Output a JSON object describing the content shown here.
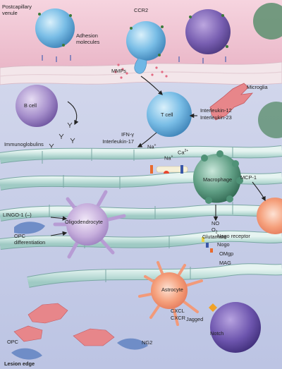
{
  "colors": {
    "lumen": "#f2cdd9",
    "vessel_wall": "#f6ecee",
    "tissue": "#c7cde8",
    "axon": "#cfe6e2",
    "myelin_outline": "#7aa7a4",
    "lymphocyte": "#6fb7e5",
    "b_cell": "#a58ecb",
    "macrophage": "#4f9277",
    "microglia": "#e7868a",
    "astrocyte": "#f6a483",
    "oligodendrocyte": "#c7b1dd",
    "mmp_dots": "#e36a82",
    "arrow": "#222222"
  },
  "labels": {
    "postcapillary_venule": "Postcapillary venule",
    "ccr2": "CCR2",
    "adhesion_molecules": "Adhesion molecules",
    "mmps": "MMPs",
    "microglia": "Microglia",
    "b_cell": "B cell",
    "t_cell": "T cell",
    "il12": "Interleukin-12",
    "il23": "Interleukin-23",
    "ifn_gamma": "IFN-γ",
    "il17": "Interleukin-17",
    "immunoglobulins": "Immunoglobulins",
    "na_plus": "Na",
    "na_plus_2": "Na",
    "ca_2plus": "Ca",
    "plus": "+",
    "two_plus": "2+",
    "macrophage": "Macrophage",
    "mcp1": "MCP-1",
    "no": "NO",
    "o2_prefix": "O",
    "o2_sub": "2",
    "glutamate": "Glutamate",
    "lingo1": "LINGO-1 (–)",
    "oligodendrocyte": "Oligodendrocyte",
    "opc_differentiation": "OPC differentiation",
    "nogo_receptor": "Nogo receptor",
    "nogo": "Nogo",
    "omgp": "OMgp",
    "mag": "MAG",
    "astrocyte": "Astrocyte",
    "cxcl": "CXCL",
    "cxcr": "CXCR",
    "jagged": "Jagged",
    "notch": "Notch",
    "opc": "OPC",
    "ng2": "NG2",
    "lesion_edge": "Lesion edge"
  }
}
